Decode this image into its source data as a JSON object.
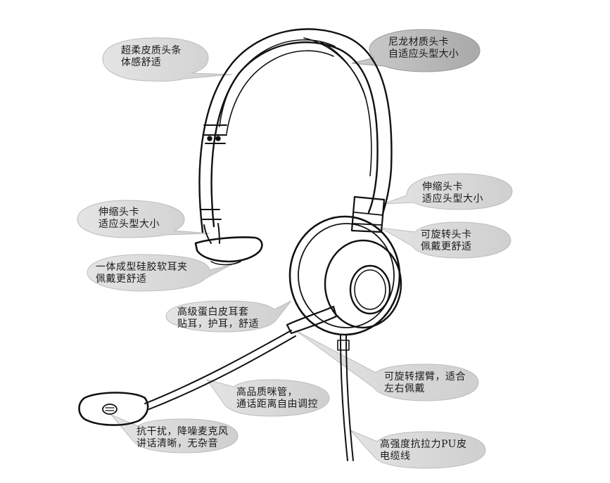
{
  "callouts": {
    "headband_strip": {
      "line1": "超柔皮质头条",
      "line2": "体感舒适"
    },
    "nylon_headband": {
      "line1": "尼龙材质头卡",
      "line2": "自适应头型大小"
    },
    "telescopic_right": {
      "line1": "伸缩头卡",
      "line2": "适应头型大小"
    },
    "telescopic_left": {
      "line1": "伸缩头卡",
      "line2": "适应头型大小"
    },
    "rotating_headband": {
      "line1": "可旋转头卡",
      "line2": "佩戴更舒适"
    },
    "ear_clip": {
      "line1": "一体成型硅胶软耳夹",
      "line2": "佩戴更舒适"
    },
    "ear_cushion": {
      "line1": "高级蛋白皮耳套",
      "line2": "贴耳，护耳，舒适"
    },
    "swing_arm": {
      "line1": "可旋转摆臂，适合",
      "line2": "左右佩戴"
    },
    "mic_tube": {
      "line1": "高品质咪管，",
      "line2": "通话距离自由调控"
    },
    "noise_cancel": {
      "line1": "抗干扰，降噪麦克风",
      "line2": "讲话清晰，无杂音"
    },
    "cable": {
      "line1": "高强度抗拉力PU皮",
      "line2": "电缆线"
    }
  }
}
